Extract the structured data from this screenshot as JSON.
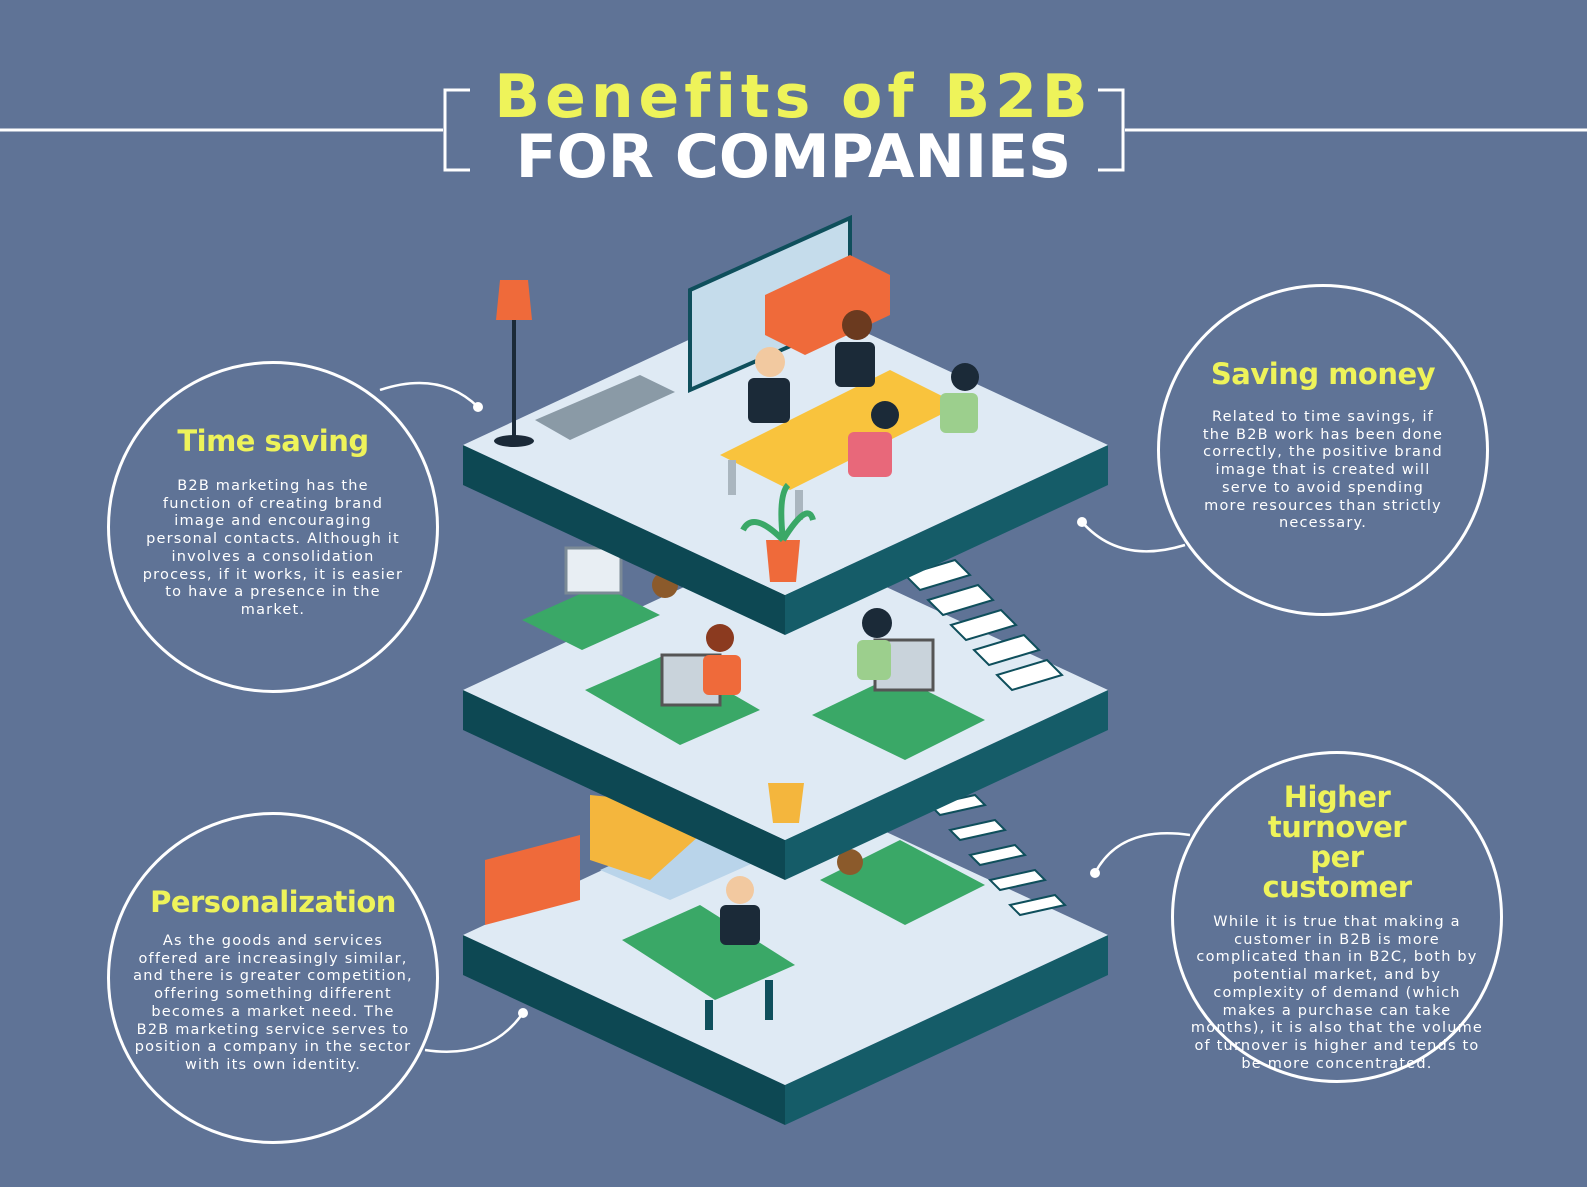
{
  "title": {
    "line1": "Benefits of B2B",
    "line2": "FOR COMPANIES"
  },
  "colors": {
    "background": "#5f7396",
    "accent": "#eef35a",
    "floor": "#dfeaf4",
    "slab_side": "#0f4f5c"
  },
  "benefits": [
    {
      "heading": "Time saving",
      "body": "B2B marketing has the function of creating brand image and encouraging personal contacts. Although it involves a consolidation process, if it works, it is easier to have a presence in the market."
    },
    {
      "heading": "Saving money",
      "body": "Related to time savings, if the B2B work has been done correctly, the positive brand image that is created will serve to avoid spending more resources than strictly necessary."
    },
    {
      "heading": "Personalization",
      "body": "As the goods and services offered are increasingly similar, and there is greater competition, offering something different becomes a market need. The B2B marketing service serves to position a company in the sector with its own identity."
    },
    {
      "heading": "Higher turnover per customer",
      "body": "While it is true that making a customer in B2B is more complicated than in B2C, both by potential market, and by complexity of demand (which makes a purchase can take months), it is also that the volume of turnover is higher and tends to be more concentrated."
    }
  ]
}
